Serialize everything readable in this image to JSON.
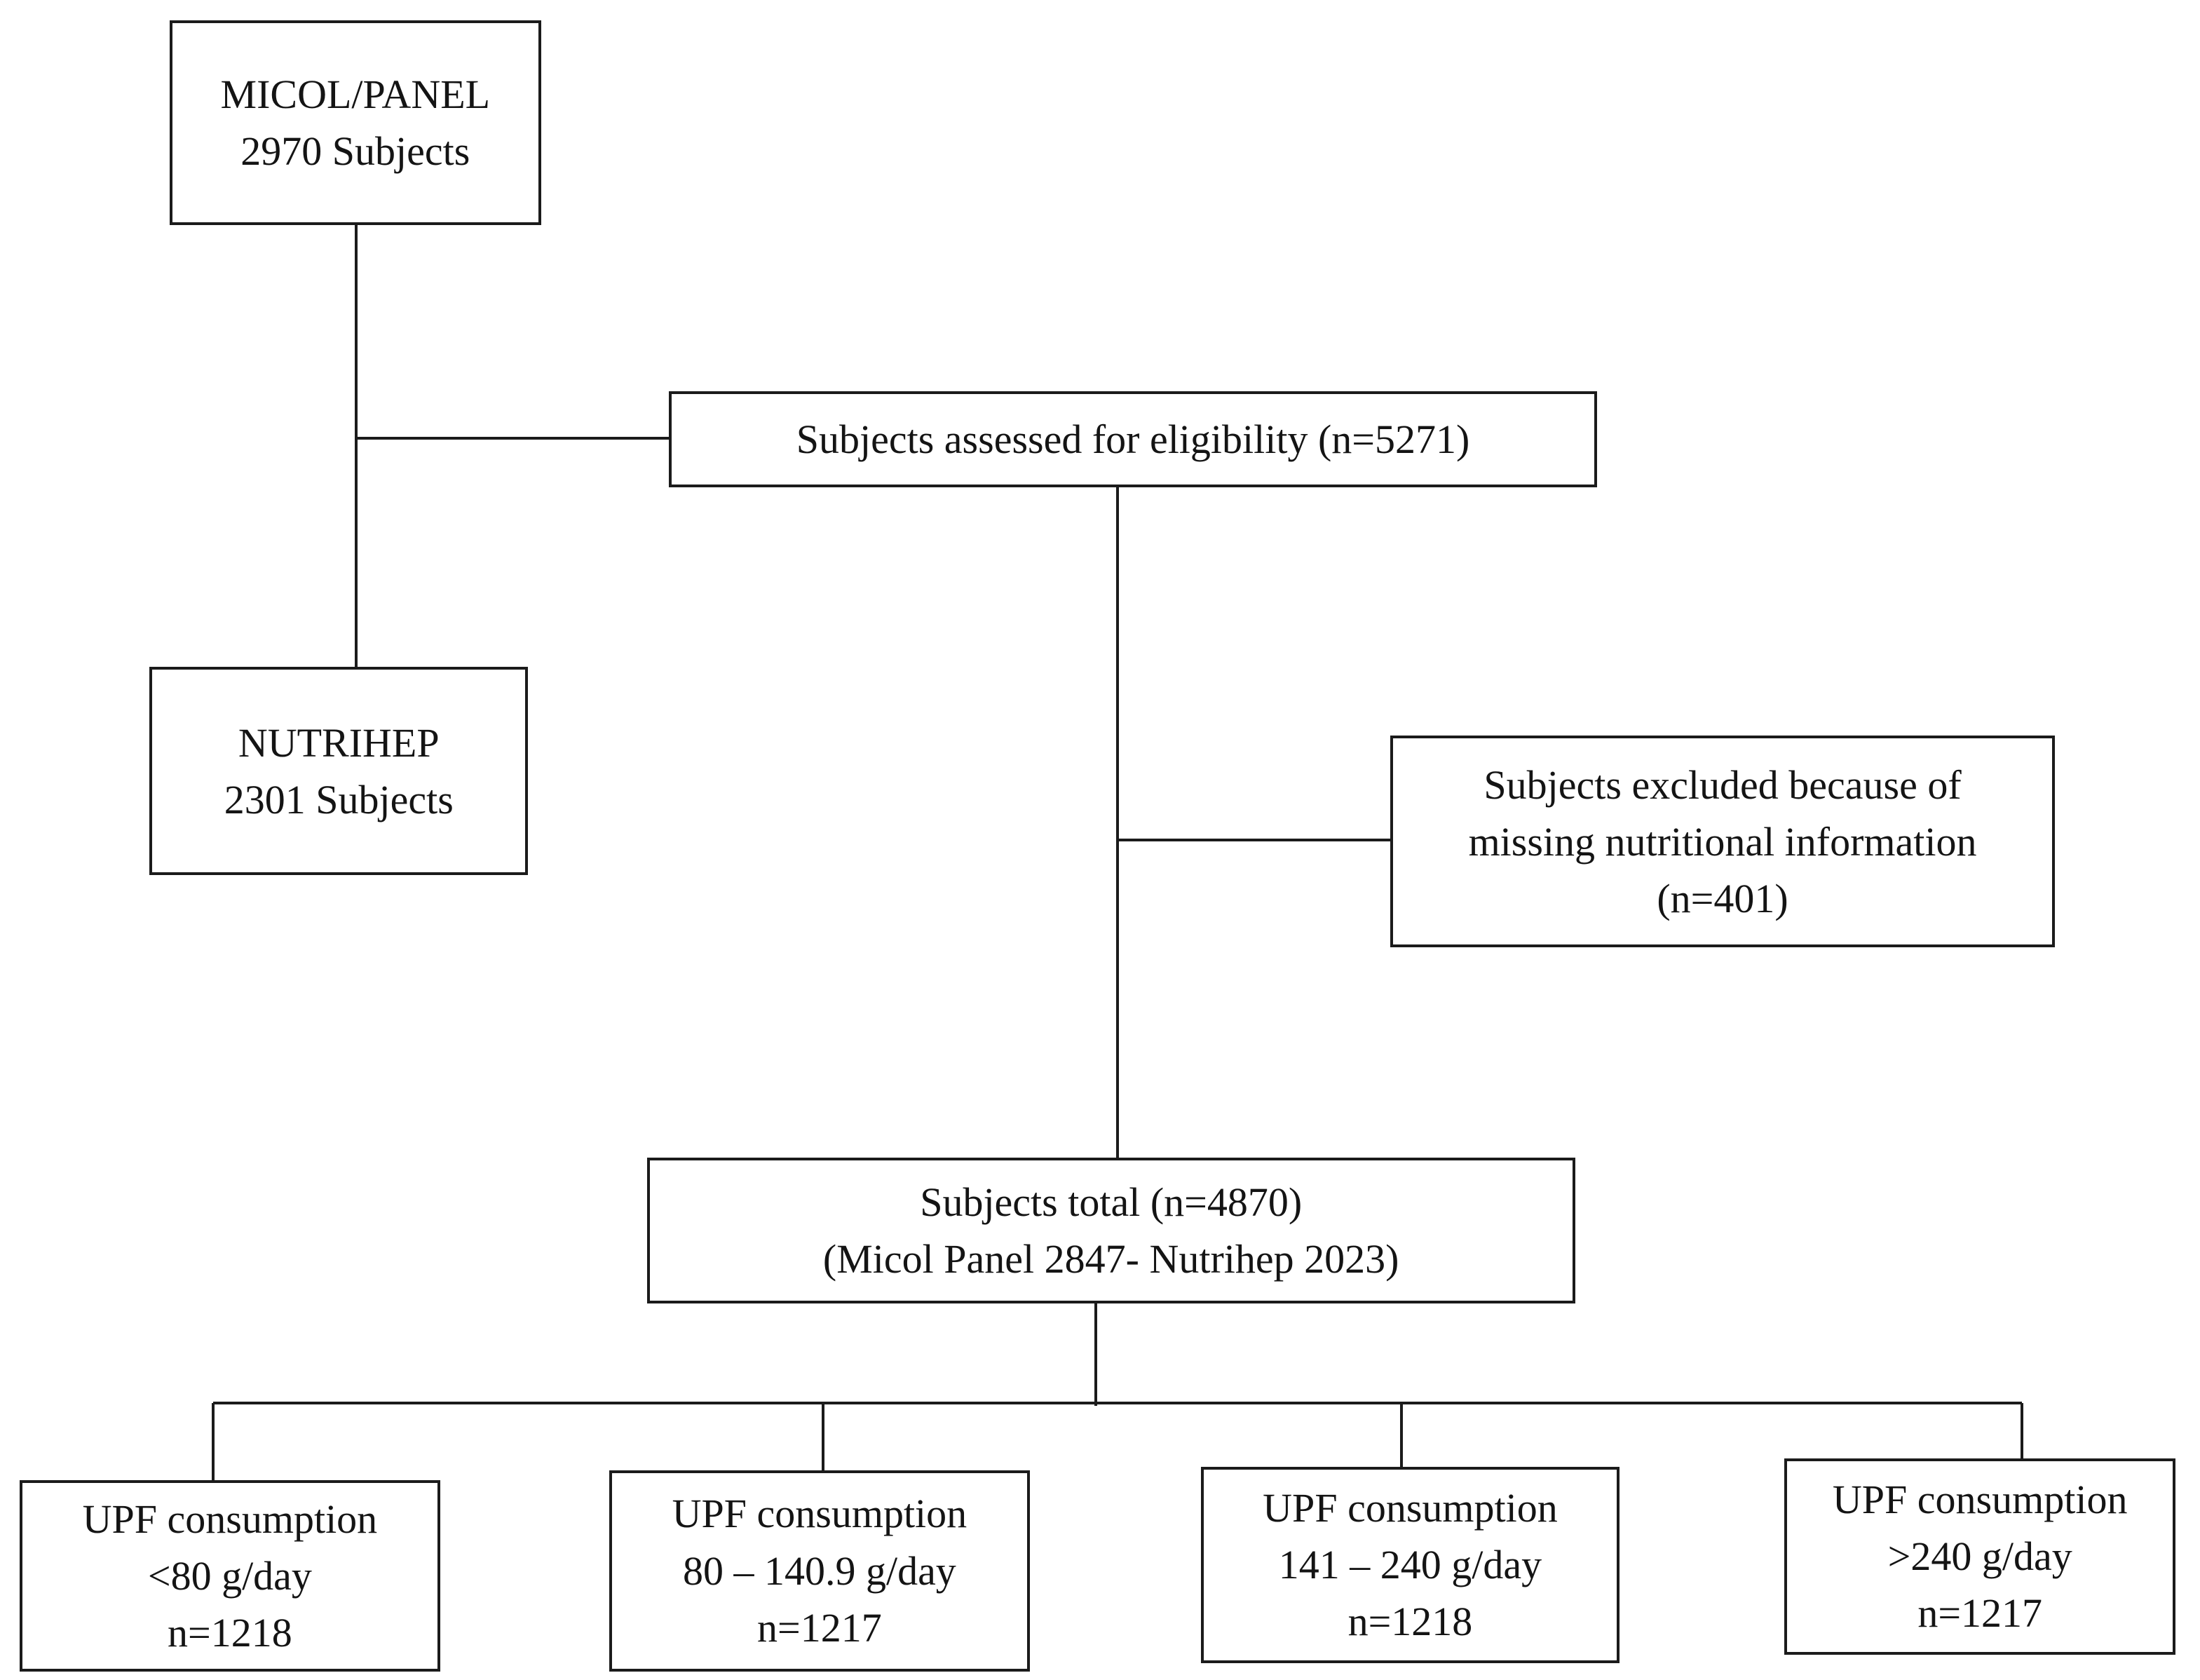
{
  "diagram": {
    "background": "#ffffff",
    "line_color": "#1b1b1b",
    "boxes": {
      "micol": {
        "lines": [
          "MICOL/PANEL",
          "2970 Subjects"
        ]
      },
      "eligibility": {
        "lines": [
          "Subjects assessed for eligibility (n=5271)"
        ]
      },
      "nutrihep": {
        "lines": [
          "NUTRIHEP",
          "2301 Subjects"
        ]
      },
      "excluded": {
        "lines": [
          "Subjects excluded because of",
          "missing nutritional information",
          "(n=401)"
        ]
      },
      "total": {
        "lines": [
          "Subjects total (n=4870)",
          "(Micol Panel 2847- Nutrihep 2023)"
        ]
      },
      "upf1": {
        "lines": [
          "UPF consumption",
          "<80 g/day",
          "n=1218"
        ]
      },
      "upf2": {
        "lines": [
          "UPF consumption",
          "80 – 140.9 g/day",
          "n=1217"
        ]
      },
      "upf3": {
        "lines": [
          "UPF consumption",
          "141 – 240 g/day",
          "n=1218"
        ]
      },
      "upf4": {
        "lines": [
          "UPF consumption",
          ">240 g/day",
          "n=1217"
        ]
      }
    }
  }
}
